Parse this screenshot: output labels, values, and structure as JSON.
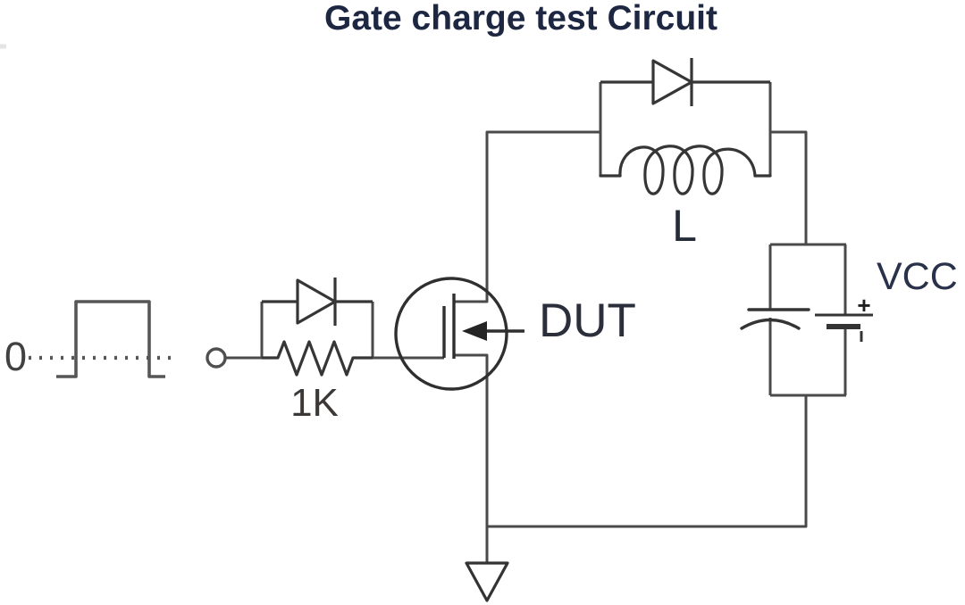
{
  "title": "Gate charge test Circuit",
  "labels": {
    "zero_level": "0",
    "gate_resistor_value": "1K",
    "device_under_test": "DUT",
    "inductor": "L",
    "supply_voltage": "VCC",
    "battery_positive": "+"
  },
  "colors": {
    "title_text": "#1d2742",
    "label_text": "#2b2e3b",
    "wire": "#4a4a4a",
    "component_outline": "#363636",
    "background": "#ffffff"
  }
}
